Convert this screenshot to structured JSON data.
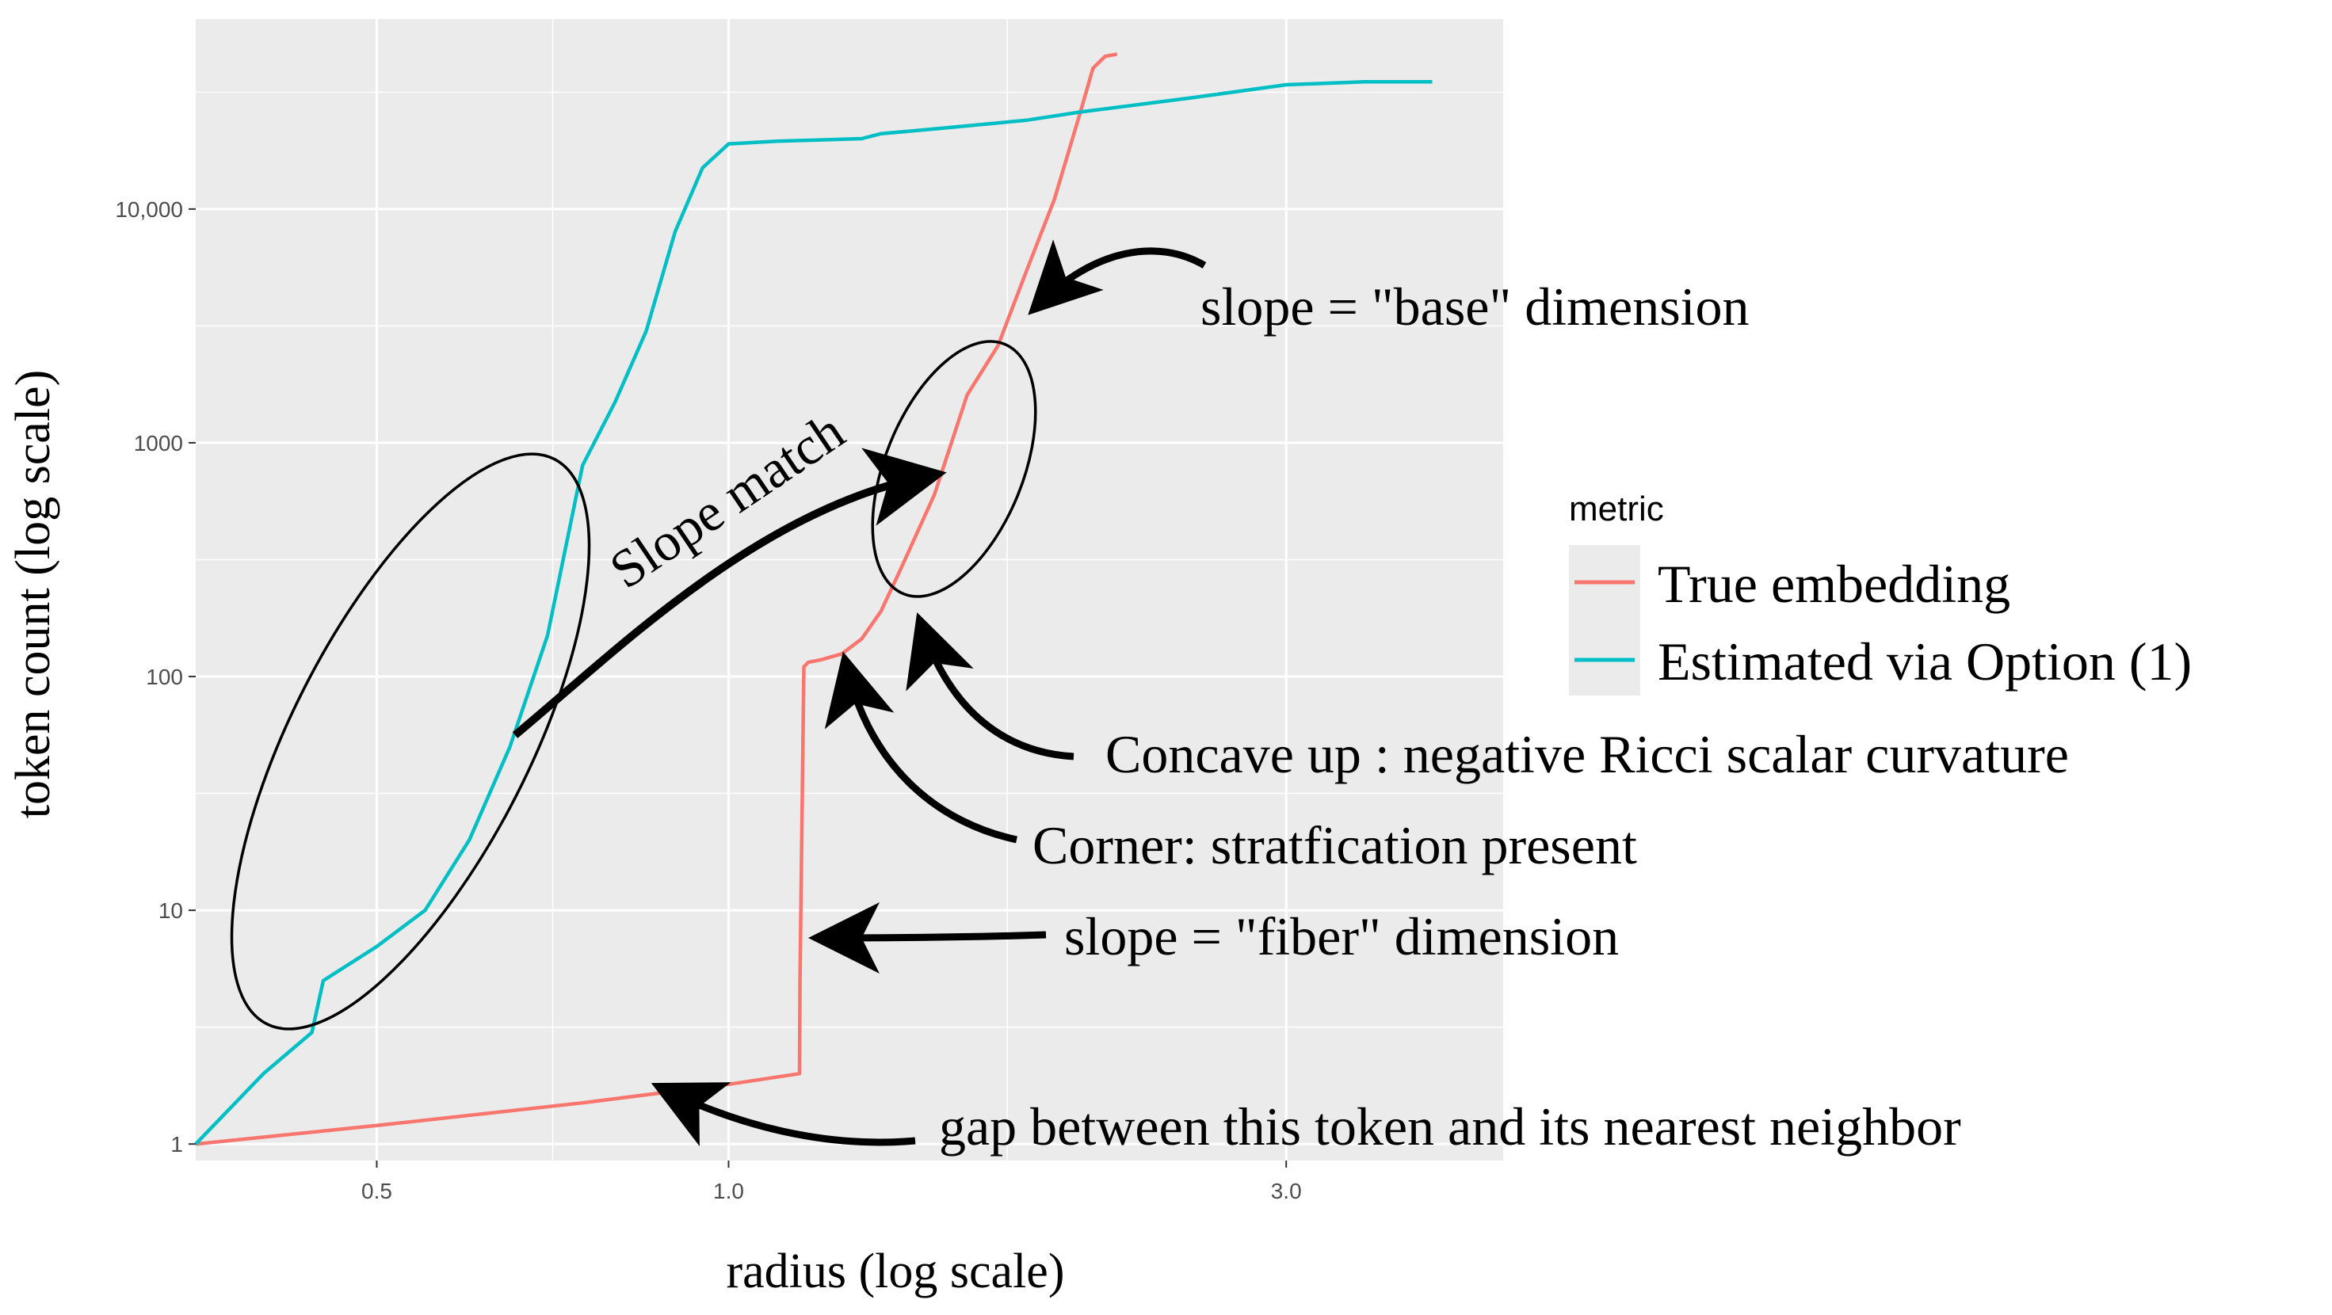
{
  "chart_data": {
    "type": "line",
    "xlabel": "radius (log scale)",
    "ylabel": "token count (log scale)",
    "x_scale": "log",
    "y_scale": "log",
    "xlim": [
      0.35,
      4.6
    ],
    "ylim": [
      0.85,
      65000
    ],
    "x_ticks": [
      {
        "value": 0.5,
        "label": "0.5"
      },
      {
        "value": 1.0,
        "label": "1.0"
      },
      {
        "value": 3.0,
        "label": "3.0"
      }
    ],
    "y_ticks": [
      {
        "value": 1,
        "label": "1"
      },
      {
        "value": 10,
        "label": "10"
      },
      {
        "value": 100,
        "label": "100"
      },
      {
        "value": 1000,
        "label": "1000"
      },
      {
        "value": 10000,
        "label": "10,000"
      }
    ],
    "grid": true,
    "legend": {
      "title": "metric",
      "position": "right"
    },
    "series": [
      {
        "name": "True embedding",
        "color": "#f8766d",
        "x": [
          0.35,
          0.5,
          0.75,
          1.0,
          1.15,
          1.151,
          1.16,
          1.17,
          1.2,
          1.25,
          1.3,
          1.35,
          1.4,
          1.5,
          1.6,
          1.7,
          1.8,
          1.9,
          2.0,
          2.05,
          2.1,
          2.15
        ],
        "y": [
          1,
          1.2,
          1.5,
          1.8,
          2.0,
          5,
          110,
          115,
          118,
          125,
          145,
          190,
          280,
          600,
          1600,
          2600,
          5500,
          11000,
          26000,
          40000,
          45000,
          46000
        ]
      },
      {
        "name": "Estimated via Option (1)",
        "color": "#00bfc4",
        "x": [
          0.35,
          0.4,
          0.44,
          0.45,
          0.5,
          0.55,
          0.6,
          0.65,
          0.7,
          0.75,
          0.8,
          0.85,
          0.9,
          0.95,
          1.0,
          1.1,
          1.3,
          1.35,
          1.5,
          1.8,
          2.0,
          2.5,
          3.0,
          3.5,
          4.0
        ],
        "y": [
          1,
          2,
          3,
          5,
          7,
          10,
          20,
          50,
          150,
          800,
          1500,
          3000,
          8000,
          15000,
          19000,
          19500,
          20000,
          21000,
          22000,
          24000,
          26000,
          30000,
          34000,
          35000,
          35000
        ]
      }
    ],
    "annotations": [
      {
        "id": "slope-match",
        "text": "Slope match"
      },
      {
        "id": "base",
        "text": "slope = \"base\" dimension"
      },
      {
        "id": "concave",
        "text": "Concave up : negative Ricci scalar curvature"
      },
      {
        "id": "corner",
        "text": "Corner: stratfication present"
      },
      {
        "id": "fiber",
        "text": "slope = \"fiber\" dimension"
      },
      {
        "id": "gap",
        "text": "gap between this token and its nearest neighbor"
      }
    ]
  },
  "colors": {
    "panel_background": "#ebebeb",
    "grid_major": "#ffffff",
    "annotation_ink": "#000000"
  }
}
